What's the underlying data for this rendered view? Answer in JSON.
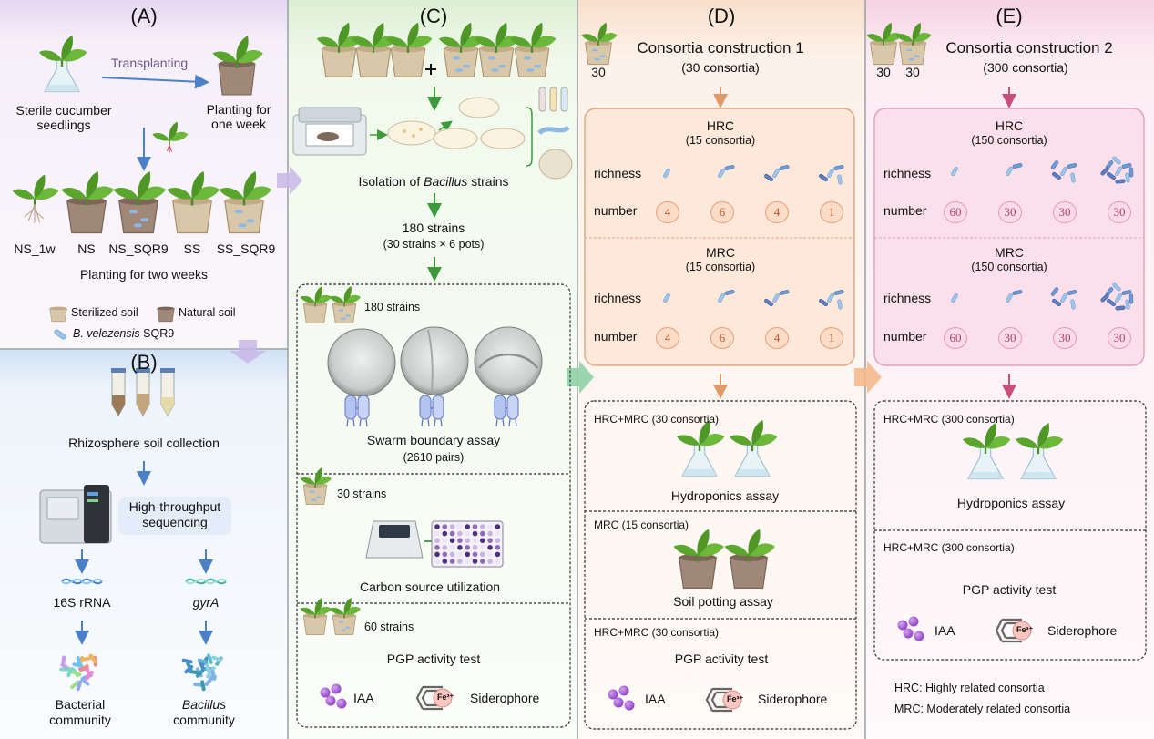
{
  "panels": {
    "A": {
      "heading": "(A)",
      "transplanting": "Transplanting",
      "seedlings": [
        "Sterile cucumber",
        "seedlings"
      ],
      "planting_week": [
        "Planting for",
        "one week"
      ],
      "groups": [
        "NS_1w",
        "NS",
        "NS_SQR9",
        "SS",
        "SS_SQR9"
      ],
      "planting_two_weeks": "Planting for two weeks",
      "legend": {
        "sterilized": "Sterilized soil",
        "natural": "Natural soil",
        "strain_italic": "B. velezensis",
        "strain_rest": " SQR9"
      }
    },
    "B": {
      "heading": "(B)",
      "collection": "Rhizosphere soil collection",
      "sequencing": [
        "High-throughput",
        "sequencing"
      ],
      "marker_16s": "16S rRNA",
      "marker_gyra": "gyrA",
      "community_bacterial": [
        "Bacterial",
        "community"
      ],
      "community_bacillus": [
        "Bacillus",
        "community"
      ]
    },
    "C": {
      "heading": "(C)",
      "isolation_pre": "Isolation of ",
      "isolation_italic": "Bacillus",
      "isolation_post": " strains",
      "strains_total": "180 strains",
      "strains_detail": "(30 strains × 6 pots)",
      "box1_label": "180 strains",
      "swarm": "Swarm boundary assay",
      "pairs": "(2610 pairs)",
      "box2_label": "30 strains",
      "carbon": "Carbon source utilization",
      "box3_label": "60 strains",
      "pgp": "PGP activity test",
      "iaa": "IAA",
      "fe": "Fe³⁺",
      "siderophore": "Siderophore"
    },
    "D": {
      "heading": "(D)",
      "pot_count": "30",
      "title": "Consortia construction 1",
      "subtitle": "(30 consortia)",
      "hrc_title": "HRC",
      "hrc_sub": "(15 consortia)",
      "mrc_title": "MRC",
      "mrc_sub": "(15 consortia)",
      "richness": "richness",
      "number": "number",
      "hrc_numbers": [
        "4",
        "6",
        "4",
        "1"
      ],
      "mrc_numbers": [
        "4",
        "6",
        "4",
        "1"
      ],
      "box1_label": "HRC+MRC (30 consortia)",
      "hydroponics": "Hydroponics assay",
      "box2_label": "MRC (15 consortia)",
      "soil_potting": "Soil potting assay",
      "box3_label": "HRC+MRC (30 consortia)",
      "pgp": "PGP activity test",
      "iaa": "IAA",
      "fe": "Fe³⁺",
      "siderophore": "Siderophore"
    },
    "E": {
      "heading": "(E)",
      "pot_count_1": "30",
      "pot_count_2": "30",
      "title": "Consortia construction 2",
      "subtitle": "(300 consortia)",
      "hrc_title": "HRC",
      "hrc_sub": "(150 consortia)",
      "mrc_title": "MRC",
      "mrc_sub": "(150 consortia)",
      "richness": "richness",
      "number": "number",
      "hrc_numbers": [
        "60",
        "30",
        "30",
        "30"
      ],
      "mrc_numbers": [
        "60",
        "30",
        "30",
        "30"
      ],
      "box1_label": "HRC+MRC (300 consortia)",
      "hydroponics": "Hydroponics assay",
      "box2_label": "HRC+MRC (300 consortia)",
      "pgp": "PGP activity test",
      "iaa": "IAA",
      "fe": "Fe³⁺",
      "siderophore": "Siderophore",
      "abbr_hrc": "HRC: Highly related consortia",
      "abbr_mrc": "MRC: Moderately related consortia"
    }
  },
  "colors": {
    "panel_a_bg": "#f4ecf8",
    "panel_b_bg": "#eaf1fb",
    "panel_c_bg": "#ecf7e6",
    "panel_d_bg": "#fdf0e6",
    "panel_e_bg": "#fbe9f1",
    "arrow_blue": "#4a80c8",
    "arrow_green": "#3c9a3c",
    "arrow_orange": "#e09a6a",
    "arrow_pink": "#c8507a"
  }
}
